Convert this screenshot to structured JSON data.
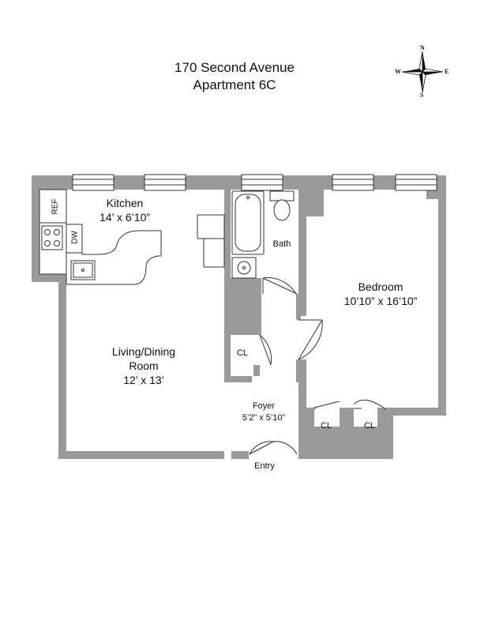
{
  "title": {
    "line1": "170 Second Avenue",
    "line2": "Apartment 6C"
  },
  "compass": {
    "n": "N",
    "s": "S",
    "e": "E",
    "w": "W"
  },
  "rooms": {
    "kitchen": {
      "name": "Kitchen",
      "dims": "14’ x 6’10”"
    },
    "living": {
      "name_line1": "Living/Dining",
      "name_line2": "Room",
      "dims": "12’ x 13’"
    },
    "bedroom": {
      "name": "Bedroom",
      "dims": "10’10” x 16’10”"
    },
    "foyer": {
      "name": "Foyer",
      "dims": "5’2” x 5’10”"
    },
    "bath": {
      "name": "Bath"
    }
  },
  "labels": {
    "ref": "REF",
    "dw": "DW",
    "closet": "CL",
    "entry": "Entry"
  },
  "colors": {
    "wall": "#9a9a9a",
    "line": "#333333",
    "background": "#ffffff"
  }
}
